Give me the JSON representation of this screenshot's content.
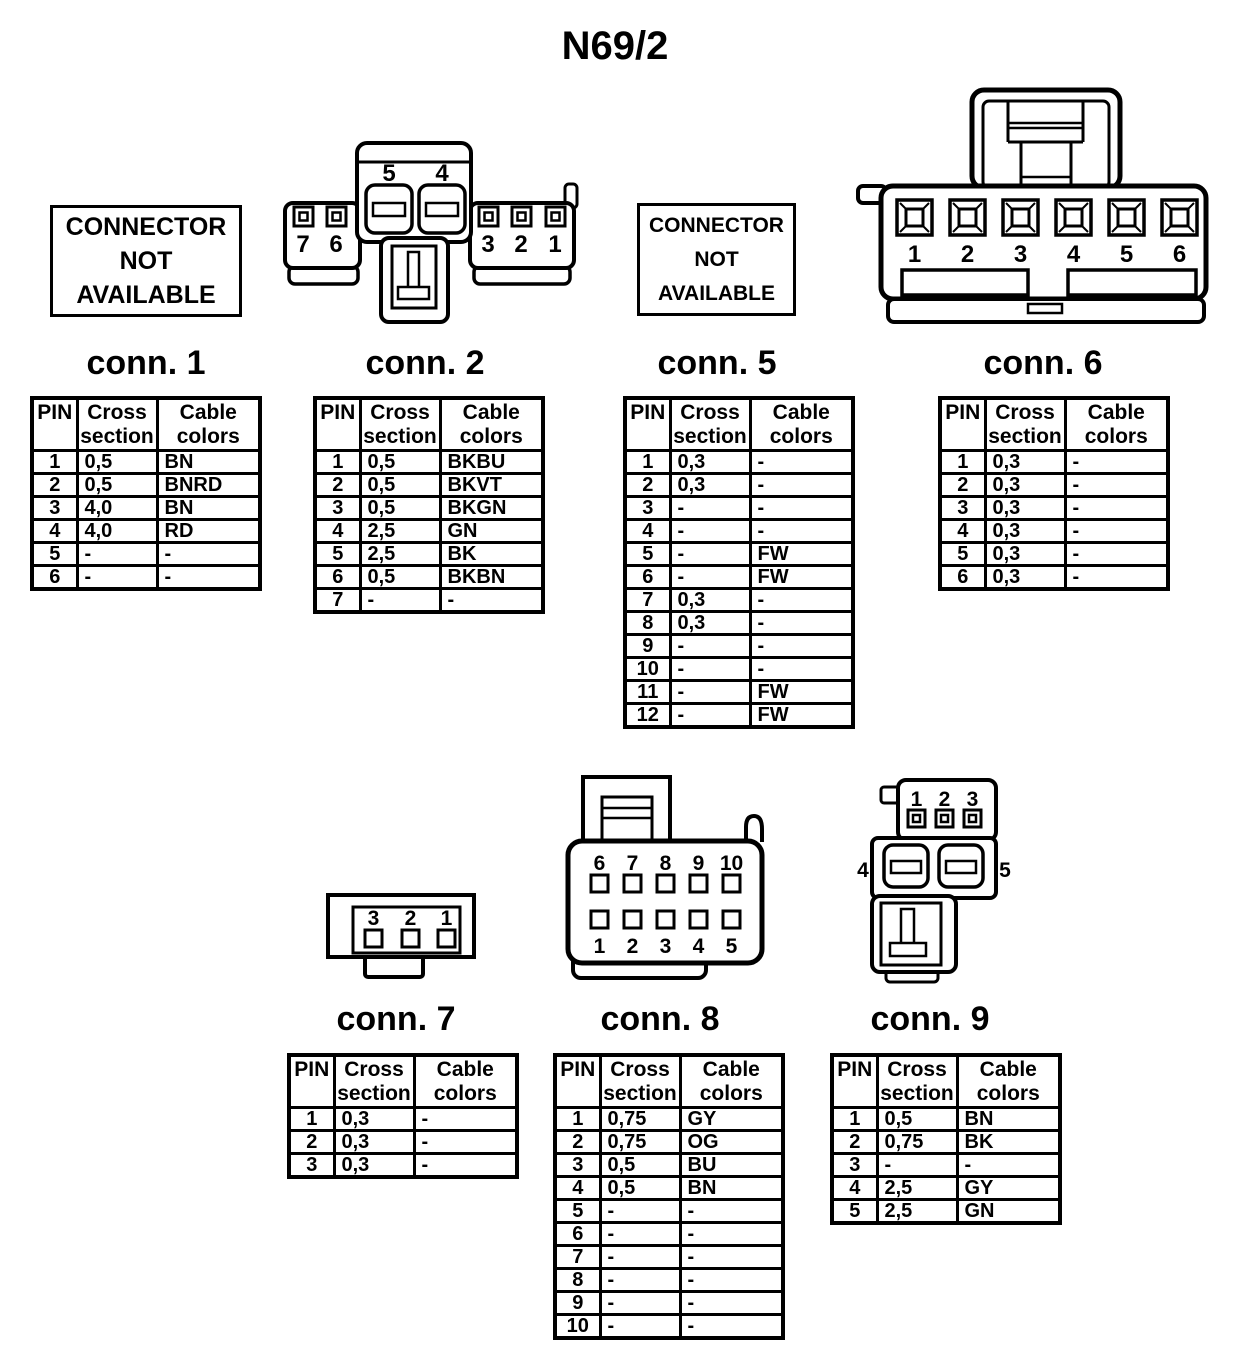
{
  "title": "N69/2",
  "connectors": {
    "c1": {
      "label": "conn. 1",
      "not_available": [
        "CONNECTOR",
        "NOT",
        "AVAILABLE"
      ]
    },
    "c2": {
      "label": "conn. 2",
      "pins": {
        "p1": "1",
        "p2": "2",
        "p3": "3",
        "p4": "4",
        "p5": "5",
        "p6": "6",
        "p7": "7"
      }
    },
    "c5": {
      "label": "conn. 5",
      "not_available": [
        "CONNECTOR",
        "NOT",
        "AVAILABLE"
      ]
    },
    "c6": {
      "label": "conn. 6",
      "pins": {
        "p1": "1",
        "p2": "2",
        "p3": "3",
        "p4": "4",
        "p5": "5",
        "p6": "6"
      }
    },
    "c7": {
      "label": "conn. 7",
      "pins": {
        "p1": "1",
        "p2": "2",
        "p3": "3"
      }
    },
    "c8": {
      "label": "conn. 8",
      "pins": {
        "p1": "1",
        "p2": "2",
        "p3": "3",
        "p4": "4",
        "p5": "5",
        "p6": "6",
        "p7": "7",
        "p8": "8",
        "p9": "9",
        "p10": "10"
      }
    },
    "c9": {
      "label": "conn. 9",
      "pins": {
        "p1": "1",
        "p2": "2",
        "p3": "3",
        "p4": "4",
        "p5": "5"
      }
    }
  },
  "table_headers": [
    "PIN",
    "Cross section",
    "Cable colors"
  ],
  "tables": {
    "t1": {
      "rows": [
        [
          "1",
          "0,5",
          "BN"
        ],
        [
          "2",
          "0,5",
          "BNRD"
        ],
        [
          "3",
          "4,0",
          "BN"
        ],
        [
          "4",
          "4,0",
          "RD"
        ],
        [
          "5",
          "-",
          "-"
        ],
        [
          "6",
          "-",
          "-"
        ]
      ]
    },
    "t2": {
      "rows": [
        [
          "1",
          "0,5",
          "BKBU"
        ],
        [
          "2",
          "0,5",
          "BKVT"
        ],
        [
          "3",
          "0,5",
          "BKGN"
        ],
        [
          "4",
          "2,5",
          "GN"
        ],
        [
          "5",
          "2,5",
          "BK"
        ],
        [
          "6",
          "0,5",
          "BKBN"
        ],
        [
          "7",
          "-",
          "-"
        ]
      ]
    },
    "t5": {
      "rows": [
        [
          "1",
          "0,3",
          "-"
        ],
        [
          "2",
          "0,3",
          "-"
        ],
        [
          "3",
          "-",
          "-"
        ],
        [
          "4",
          "-",
          "-"
        ],
        [
          "5",
          "-",
          "FW"
        ],
        [
          "6",
          "-",
          "FW"
        ],
        [
          "7",
          "0,3",
          "-"
        ],
        [
          "8",
          "0,3",
          "-"
        ],
        [
          "9",
          "-",
          "-"
        ],
        [
          "10",
          "-",
          "-"
        ],
        [
          "11",
          "-",
          "FW"
        ],
        [
          "12",
          "-",
          "FW"
        ]
      ]
    },
    "t6": {
      "rows": [
        [
          "1",
          "0,3",
          "-"
        ],
        [
          "2",
          "0,3",
          "-"
        ],
        [
          "3",
          "0,3",
          "-"
        ],
        [
          "4",
          "0,3",
          "-"
        ],
        [
          "5",
          "0,3",
          "-"
        ],
        [
          "6",
          "0,3",
          "-"
        ]
      ]
    },
    "t7": {
      "rows": [
        [
          "1",
          "0,3",
          "-"
        ],
        [
          "2",
          "0,3",
          "-"
        ],
        [
          "3",
          "0,3",
          "-"
        ]
      ]
    },
    "t8": {
      "rows": [
        [
          "1",
          "0,75",
          "GY"
        ],
        [
          "2",
          "0,75",
          "OG"
        ],
        [
          "3",
          "0,5",
          "BU"
        ],
        [
          "4",
          "0,5",
          "BN"
        ],
        [
          "5",
          "-",
          "-"
        ],
        [
          "6",
          "-",
          "-"
        ],
        [
          "7",
          "-",
          "-"
        ],
        [
          "8",
          "-",
          "-"
        ],
        [
          "9",
          "-",
          "-"
        ],
        [
          "10",
          "-",
          "-"
        ]
      ]
    },
    "t9": {
      "rows": [
        [
          "1",
          "0,5",
          "BN"
        ],
        [
          "2",
          "0,75",
          "BK"
        ],
        [
          "3",
          "-",
          "-"
        ],
        [
          "4",
          "2,5",
          "GY"
        ],
        [
          "5",
          "2,5",
          "GN"
        ]
      ]
    }
  },
  "colors": {
    "ink": "#000000",
    "background": "#ffffff"
  }
}
